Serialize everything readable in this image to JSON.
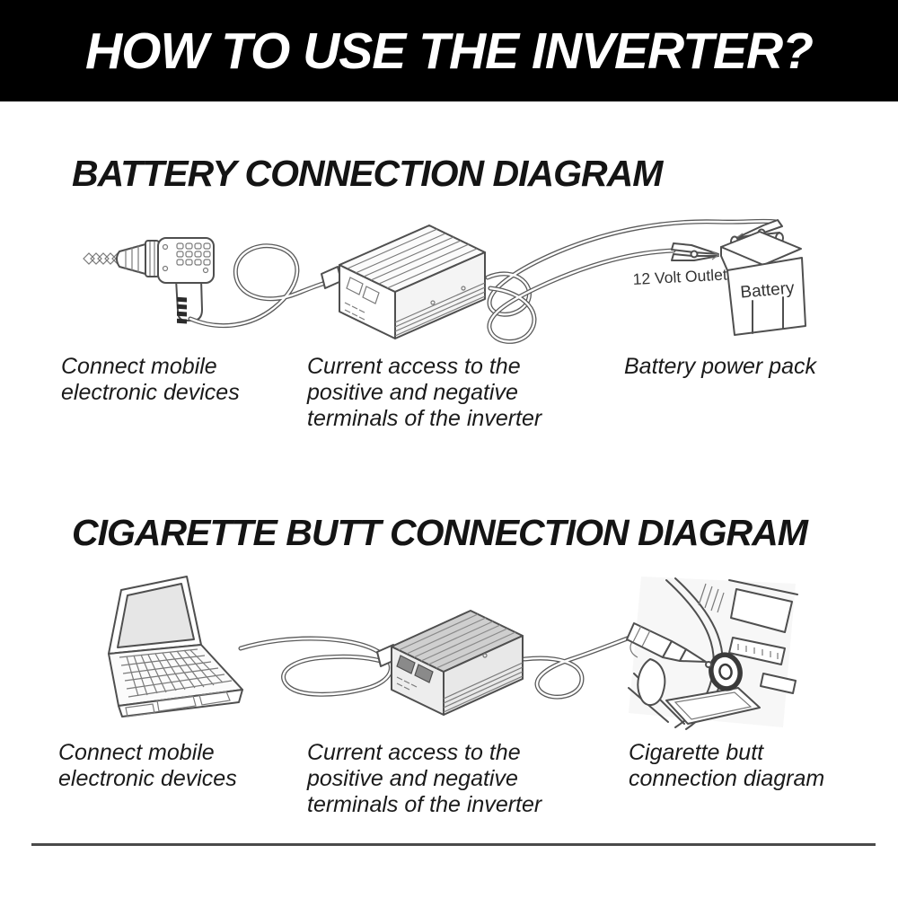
{
  "banner": {
    "title": "HOW TO USE THE INVERTER?"
  },
  "sections": {
    "battery": {
      "heading": "BATTERY CONNECTION DIAGRAM",
      "labels": {
        "outlet": "12 Volt Outlet",
        "battery": "Battery"
      },
      "captions": {
        "left": "Connect mobile\nelectronic devices",
        "middle": "Current access to the\npositive and negative\nterminals of the inverter",
        "right": "Battery power pack"
      }
    },
    "cigarette": {
      "heading": "CIGARETTE BUTT CONNECTION DIAGRAM",
      "captions": {
        "left": "Connect mobile\nelectronic devices",
        "middle": "Current access to the\npositive and negative\nterminals of the inverter",
        "right": "Cigarette butt\nconnection diagram"
      }
    }
  },
  "colors": {
    "banner_bg": "#000000",
    "banner_text": "#ffffff",
    "line_art": "#4f4f4f",
    "body_text": "#1a1a1a",
    "divider": "#4a4a4a"
  }
}
